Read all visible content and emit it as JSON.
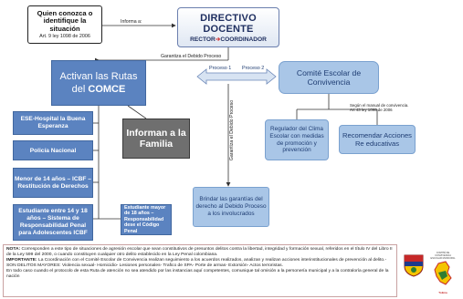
{
  "boxes": {
    "quien": {
      "title": "Quien conozca o identifique la situación",
      "sub": "Art. 9 ley 1098 de 2006"
    },
    "directivo": {
      "title": "DIRECTIVO DOCENTE",
      "sub_left": "RECTOR",
      "sub_right": "COORDINADOR"
    },
    "rutas": {
      "line1": "Activan las Rutas",
      "line2_prefix": "del ",
      "line2_bold": "COMCE"
    },
    "comite": {
      "text": "Comité Escolar de Convivencia"
    },
    "ese": {
      "text": "ESE-Hospital la Buena Esperanza"
    },
    "policia": {
      "text": "Policía Nacional"
    },
    "menor": {
      "text": "Menor de 14 años – ICBF –Restitución de Derechos"
    },
    "estudiante": {
      "text": "Estudiante entre 14 y 18 años – Sistema de Responsabilidad Penal para Adolescentes ICBF"
    },
    "mayor": {
      "text": "Estudiante mayor de 18 años – Responsabilidad dese el Código Penal"
    },
    "informan": {
      "text": "Informan a la Familia"
    },
    "regulador": {
      "text": "Regulador del Clima Escolar con medidas de promoción y prevención"
    },
    "recomendar": {
      "text": "Recomendar Acciones Re educativas"
    },
    "garantias": {
      "text": "Brindar las garantías del derecho al Debido Proceso a los involucrados"
    }
  },
  "labels": {
    "informa": "Informa a:",
    "garantiza_h": "Garantiza el Debido Proceso",
    "garantiza_v": "Garantiza el Debido Proceso",
    "proceso1": "Proceso 1",
    "proceso2": "Proceso 2",
    "manual": "Según el manual de convivencia. Art 43 ley 1098 de 2006"
  },
  "note": {
    "nota_label": "NOTA:",
    "nota_text": "Corresponden a este tipo de situaciones de agresión escolar que sean constitutivos de presuntos delitos contra la libertad, integridad y formación sexual, referidos en el título IV del Libro II de la Ley 599 del 2000, o cuando constituyen cualquier otro delito establecido en la Ley Penal colombiana.",
    "importante_label": "IMPORTANTE:",
    "importante_text": "La Coordinación con el Comité Escolar de Convivencia realizan seguimiento a los acuerdos realizados, analizan y realizan acciones interinstitucionales de prevención al delito.- SON DELITOS MAYORES: Violencia sexual- Homicidio- Lesiones personales- Trafico de SPA- Porte de armas- Extorsión- Actos terroristas.",
    "final_text": "En todo caso cuando el protocolo de esta Ruta de atención no sea atendido por las instancias aquí competentes, comunique tal omisión a la personería municipal y a la contraloría general de la nación"
  },
  "logos": {
    "caption": "COMITÉ DE CONVIVENCIA ESCOLAR MUNICIPAL",
    "label2": "Tolima"
  },
  "colors": {
    "box_blue": "#5b83c0",
    "box_light": "#a9c6e7",
    "box_gray": "#6f6f6f",
    "text_dark_blue": "#1f3d73"
  }
}
